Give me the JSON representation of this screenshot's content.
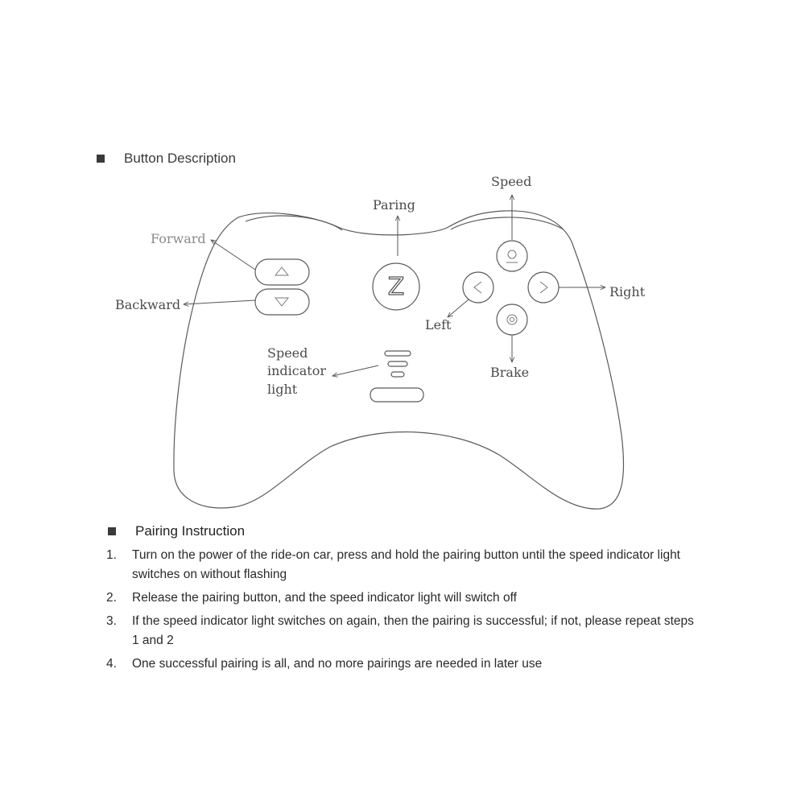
{
  "button_section": {
    "title": "Button Description"
  },
  "diagram": {
    "labels": {
      "paring": "Paring",
      "speed": "Speed",
      "forward": "Forward",
      "backward": "Backward",
      "right": "Right",
      "left": "Left",
      "brake": "Brake",
      "speed_indicator_1": "Speed",
      "speed_indicator_2": "indicator",
      "speed_indicator_3": "light"
    },
    "pairing_button_glyph": "Z",
    "icons": [
      "up-arrow-icon",
      "down-arrow-icon",
      "z-logo-icon",
      "speed-icon",
      "left-arrow-icon",
      "right-arrow-icon",
      "brake-icon",
      "indicator-light-icon"
    ]
  },
  "pairing_section": {
    "title": "Pairing Instruction",
    "steps": [
      {
        "num": "1.",
        "text": "Turn on the power of the ride-on car, press and hold the pairing button until the speed indicator light switches on without flashing"
      },
      {
        "num": "2.",
        "text": "Release the pairing button, and the speed indicator light will switch off"
      },
      {
        "num": "3.",
        "text": "If the speed indicator light switches on again, then the pairing is successful; if not, please repeat steps 1 and 2"
      },
      {
        "num": "4.",
        "text": "One successful pairing is all, and no more pairings are needed in later use"
      }
    ]
  }
}
